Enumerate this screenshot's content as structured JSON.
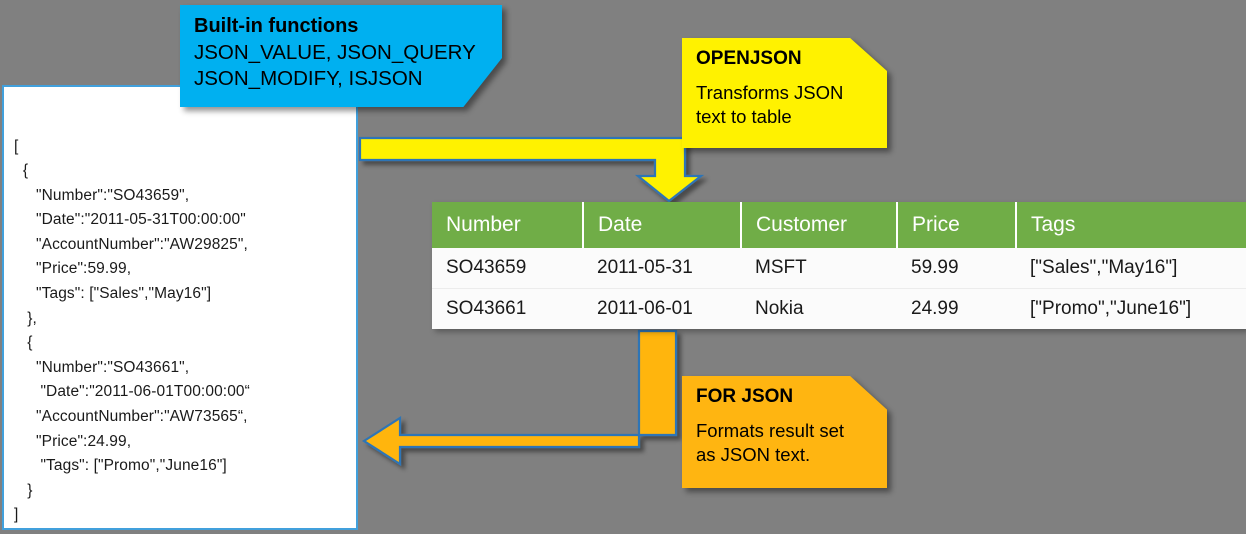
{
  "background_color": "#808080",
  "json_panel": {
    "name": "json-document",
    "border_color": "#41A0DC",
    "code": "[\n  {\n     \"Number\":\"SO43659\",\n     \"Date\":\"2011-05-31T00:00:00\"\n     \"AccountNumber\":\"AW29825\",\n     \"Price\":59.99,\n     \"Tags\": [\"Sales\",\"May16\"]\n   },\n   {\n     \"Number\":\"SO43661\",\n      \"Date\":\"2011-06-01T00:00:00“\n     \"AccountNumber\":\"AW73565“,\n     \"Price\":24.99,\n      \"Tags\": [\"Promo\",\"June16\"]\n   }\n]"
  },
  "callouts": {
    "builtin": {
      "title": "Built-in functions",
      "body": "JSON_VALUE, JSON_QUERY\nJSON_MODIFY, ISJSON",
      "color": "#00B0F0"
    },
    "openjson": {
      "title": "OPENJSON",
      "body": "Transforms JSON\ntext to table",
      "color": "#FFF200"
    },
    "forjson": {
      "title": "FOR JSON",
      "body": "Formats result set\nas JSON text.",
      "color": "#FFB511"
    }
  },
  "arrows": {
    "openjson_arrow": {
      "label": "json-to-table-arrow",
      "fill": "#FFF200",
      "stroke": "#2E75B6",
      "direction": "right-then-down"
    },
    "forjson_arrow": {
      "label": "table-to-json-arrow",
      "fill": "#FFB511",
      "stroke": "#2E75B6",
      "direction": "down-then-left"
    }
  },
  "result_table": {
    "header_color": "#70AD47",
    "row_color": "#FBFBFB",
    "columns": [
      "Number",
      "Date",
      "Customer",
      "Price",
      "Tags"
    ],
    "rows": [
      [
        "SO43659",
        "2011-05-31",
        "MSFT",
        "59.99",
        "[\"Sales\",\"May16\"]"
      ],
      [
        "SO43661",
        "2011-06-01",
        "Nokia",
        "24.99",
        "[\"Promo\",\"June16\"]"
      ]
    ]
  }
}
